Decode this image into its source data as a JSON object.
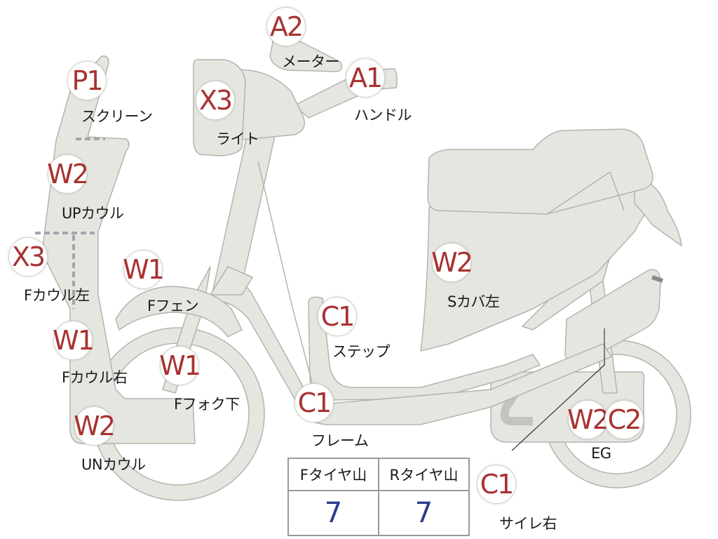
{
  "parts": [
    {
      "id": "screen",
      "code": "P1",
      "label": "スクリーン"
    },
    {
      "id": "up-cowl",
      "code": "W2",
      "label": "UPカウル"
    },
    {
      "id": "f-cowl-left",
      "code": "X3",
      "label": "Fカウル左"
    },
    {
      "id": "f-cowl-right",
      "code": "W1",
      "label": "Fカウル右"
    },
    {
      "id": "un-cowl",
      "code": "W2",
      "label": "UNカウル"
    },
    {
      "id": "light",
      "code": "X3",
      "label": "ライト"
    },
    {
      "id": "meter",
      "code": "A2",
      "label": "メーター"
    },
    {
      "id": "handle",
      "code": "A1",
      "label": "ハンドル"
    },
    {
      "id": "f-fender",
      "code": "W1",
      "label": "Fフェン"
    },
    {
      "id": "f-fork-lower",
      "code": "W1",
      "label": "Fフォク下"
    },
    {
      "id": "step",
      "code": "C1",
      "label": "ステップ"
    },
    {
      "id": "s-cover-left",
      "code": "W2",
      "label": "Sカバ左"
    },
    {
      "id": "frame",
      "code": "C1",
      "label": "フレーム"
    },
    {
      "id": "eg",
      "code": "W2",
      "label": "EG"
    },
    {
      "id": "eg-c2",
      "code": "C2",
      "label": ""
    },
    {
      "id": "muffler-right",
      "code": "C1",
      "label": "サイレ右"
    }
  ],
  "tire_table": {
    "headers": [
      "Fタイヤ山",
      "Rタイヤ山"
    ],
    "values": [
      "7",
      "7"
    ]
  },
  "colors": {
    "body_fill": "#e6e6e1",
    "body_stroke": "#b4b4ae",
    "code_text": "#a83232",
    "value_text": "#2b3c8f"
  }
}
